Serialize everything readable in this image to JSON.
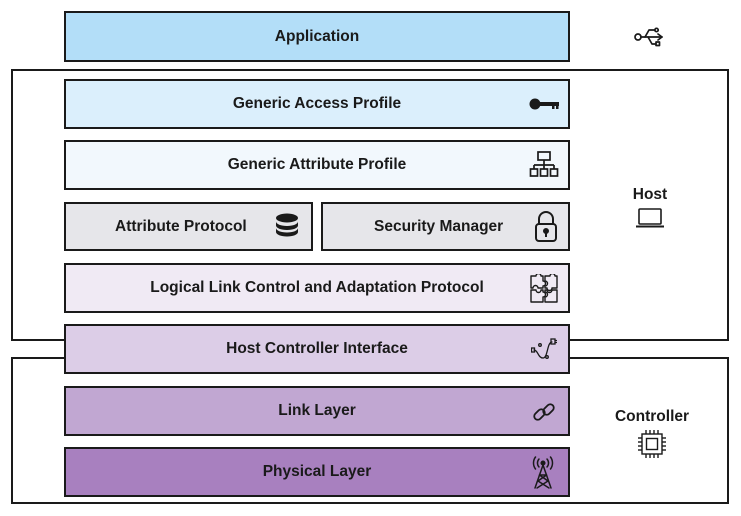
{
  "layers": {
    "application": "Application",
    "gap": "Generic Access Profile",
    "gatt": "Generic Attribute Profile",
    "att": "Attribute Protocol",
    "sm": "Security Manager",
    "l2cap": "Logical Link Control and Adaptation Protocol",
    "hci": "Host Controller Interface",
    "ll": "Link Layer",
    "phy": "Physical Layer"
  },
  "groups": {
    "host": "Host",
    "controller": "Controller"
  },
  "icons": {
    "application": "usb-icon",
    "gap": "key-icon",
    "gatt": "hierarchy-icon",
    "att": "database-icon",
    "sm": "padlock-icon",
    "l2cap": "puzzle-icon",
    "hci": "cable-icon",
    "ll": "link-icon",
    "phy": "antenna-tower-icon",
    "host": "laptop-icon",
    "controller": "chip-icon"
  },
  "colors": {
    "application": "#b3def8",
    "gap": "#dbeffc",
    "gatt": "#f2f8fd",
    "att": "#e6e6ea",
    "sm": "#e6e6ea",
    "l2cap": "#f0eaf4",
    "hci": "#dccde7",
    "ll": "#c1a7d2",
    "phy": "#a880bf",
    "outline": "#1a1a1a"
  }
}
